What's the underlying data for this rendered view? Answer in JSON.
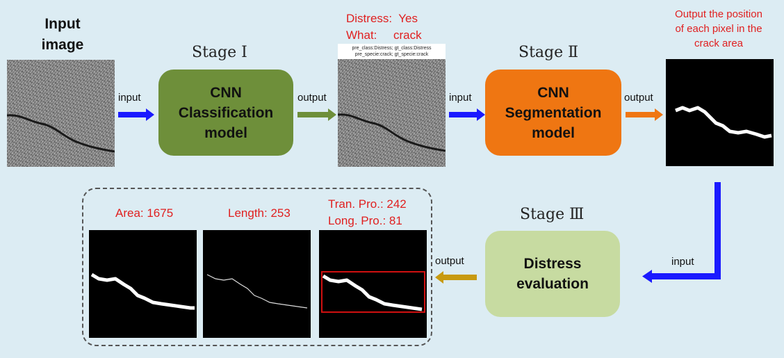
{
  "input_image": {
    "label": "Input\nimage"
  },
  "stages": {
    "one": "Stage Ⅰ",
    "two": "Stage Ⅱ",
    "three": "Stage Ⅲ"
  },
  "boxes": {
    "classification": {
      "label": "CNN\nClassification\nmodel",
      "color": "#6e8f3a"
    },
    "segmentation": {
      "label": "CNN\nSegmentation\nmodel",
      "color": "#ef7612"
    },
    "evaluation": {
      "label": "Distress\nevaluation",
      "color": "#c7dba1"
    }
  },
  "arrows": {
    "input_1": "input",
    "output_1": "output",
    "input_2": "input",
    "output_2": "output",
    "input_3": "input",
    "output_3": "output"
  },
  "classification_result": {
    "distress": "Distress:  Yes",
    "what": "What:     crack",
    "caption_line1": "pre_class:Distress; gt_class:Distress",
    "caption_line2": "pre_specie:crack; gt_specie:crack"
  },
  "segmentation_result": {
    "caption": "Output the position\nof each pixel in the\ncrack area"
  },
  "evaluation_results": {
    "area": "Area: 1675",
    "length": "Length: 253",
    "tran_pro": "Tran. Pro.: 242",
    "long_pro": "Long. Pro.: 81"
  },
  "colors": {
    "background": "#dcecf3",
    "blue_arrow": "#1a1aff",
    "green_arrow": "#6e8f3a",
    "orange_arrow": "#ef7612",
    "gold_arrow": "#c89a10",
    "red_text": "#e02020",
    "bbox": "#d01010"
  }
}
